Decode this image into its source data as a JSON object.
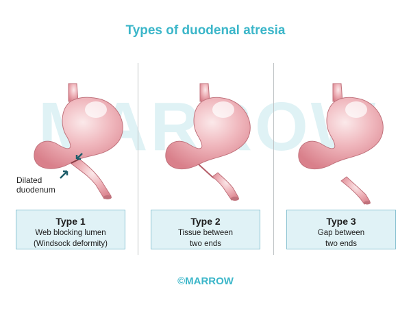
{
  "title": "Types of duodenal atresia",
  "watermark": "MARROW",
  "callout": {
    "line1": "Dilated",
    "line2": "duodenum"
  },
  "panels": [
    {
      "type": "Type 1",
      "desc1": "Web blocking lumen",
      "desc2": "(Windsock deformity)"
    },
    {
      "type": "Type 2",
      "desc1": "Tissue between",
      "desc2": "two ends"
    },
    {
      "type": "Type 3",
      "desc1": "Gap between",
      "desc2": "two ends"
    }
  ],
  "logo": "©MARROW",
  "colors": {
    "title": "#3bb6c9",
    "box_fill": "#e0f2f6",
    "box_border": "#8bc3d2",
    "organ": "#e89ba3",
    "arrow": "#1f5e6b"
  }
}
